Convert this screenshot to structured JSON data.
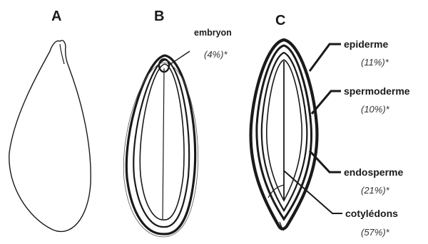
{
  "panels": {
    "a": "A",
    "b": "B",
    "c": "C"
  },
  "labels": {
    "embryon": {
      "name": "embryon",
      "pct": "(4%)*"
    },
    "epiderme": {
      "name": "epiderme",
      "pct": "(11%)*"
    },
    "spermoderme": {
      "name": "spermoderme",
      "pct": "(10%)*"
    },
    "endosperme": {
      "name": "endosperme",
      "pct": "(21%)*"
    },
    "cotyledons": {
      "name": "cotylédons",
      "pct": "(57%)*"
    }
  },
  "colors": {
    "ink": "#1a1a1a",
    "background": "#ffffff"
  }
}
